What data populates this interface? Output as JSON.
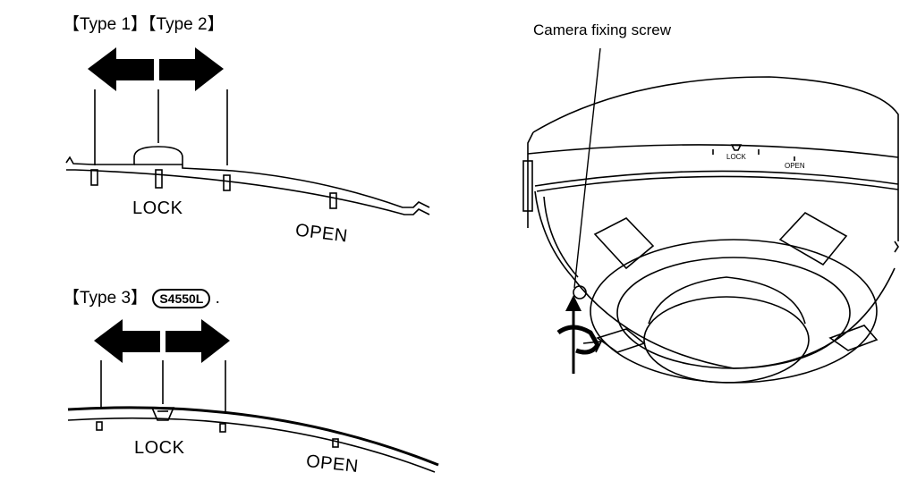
{
  "type12": {
    "heading": "【Type 1】【Type 2】",
    "lock": "LOCK",
    "open": "OPEN"
  },
  "type3": {
    "heading": "【Type 3】",
    "model_badge": "S4550L",
    "suffix": ".",
    "lock": "LOCK",
    "open": "OPEN"
  },
  "camera": {
    "screw_label": "Camera fixing screw",
    "lock_mark": "LOCK",
    "open_mark": "OPEN"
  }
}
